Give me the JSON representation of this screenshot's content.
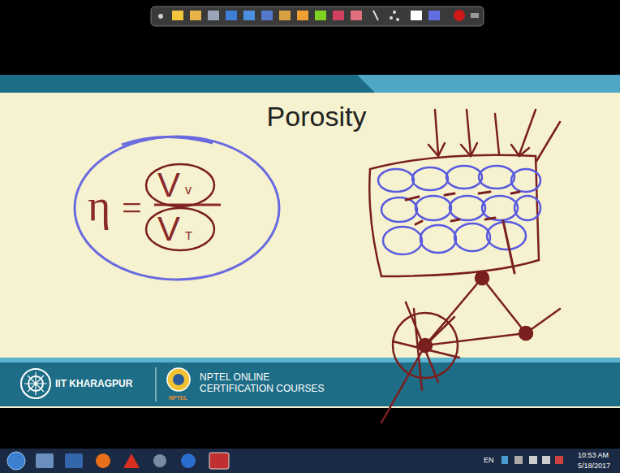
{
  "diagram": {
    "title": "Porosity",
    "labels": [
      "η",
      "=",
      "V",
      "v",
      "V",
      "T",
      "IIT KHARAGPUR",
      "NPTEL ONLINE CERTIFICATION COURSES",
      "NPTEL",
      "EN",
      "10:53 AM",
      "5/18/2017"
    ]
  }
}
